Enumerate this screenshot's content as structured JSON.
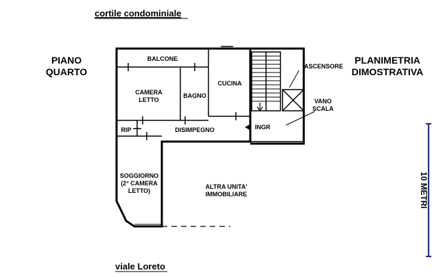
{
  "labels": {
    "courtyard": "cortile condominiale",
    "street": "viale Loreto",
    "floor_line1": "PIANO",
    "floor_line2": "QUARTO",
    "title_line1": "PLANIMETRIA",
    "title_line2": "DIMOSTRATIVA",
    "balcone": "BALCONE",
    "camera_line1": "CAMERA",
    "camera_line2": "LETTO",
    "bagno": "BAGNO",
    "cucina": "CUCINA",
    "ascensore": "ASCENSORE",
    "vano_line1": "VANO",
    "vano_line2": "SCALA",
    "rip": "RIP",
    "disimpegno": "DISIMPEGNO",
    "ingr": "INGR",
    "soggiorno_line1": "SOGGIORNO",
    "soggiorno_line2": "(2° CAMERA",
    "soggiorno_line3": "LETTO)",
    "altra_line1": "ALTRA UNITA'",
    "altra_line2": "IMMOBILIARE",
    "scale": "10 METRI"
  },
  "colors": {
    "walls": "#000000",
    "scale_bar": "#1f2f8f"
  }
}
